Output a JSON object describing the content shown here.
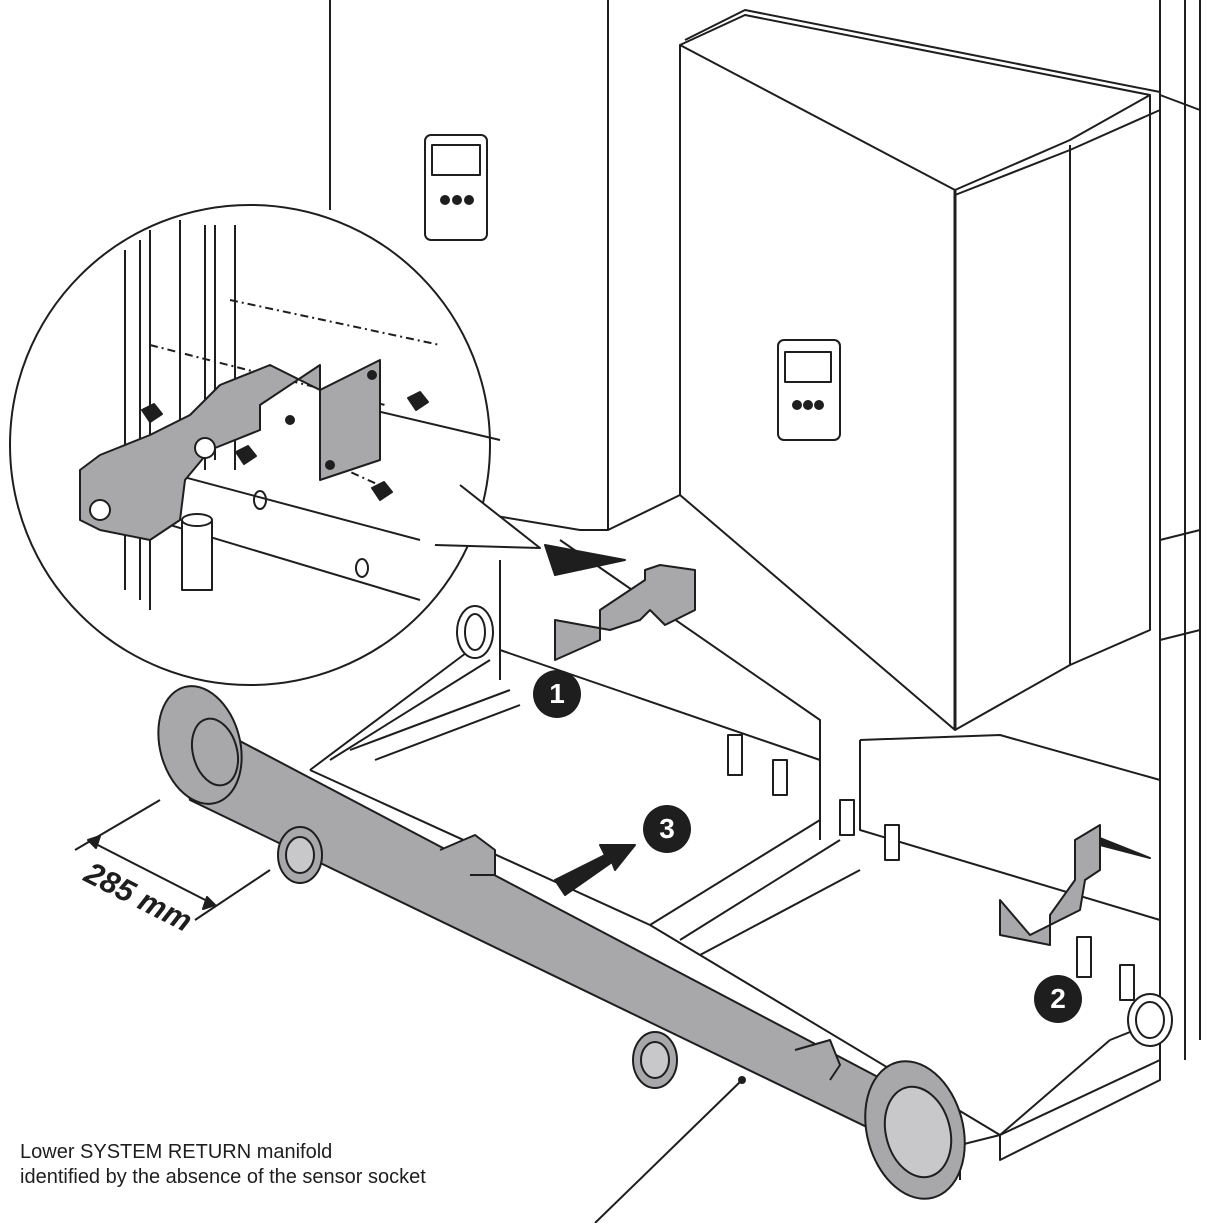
{
  "callouts": [
    "1",
    "2",
    "3"
  ],
  "dimension_label": "285 mm",
  "caption": {
    "line1": "Lower SYSTEM RETURN manifold",
    "line2": "identified by the absence of the sensor socket"
  },
  "colors": {
    "part_fill": "#a8a8aa",
    "line": "#1e1e1e",
    "callout_bg": "#1e1e1e"
  }
}
